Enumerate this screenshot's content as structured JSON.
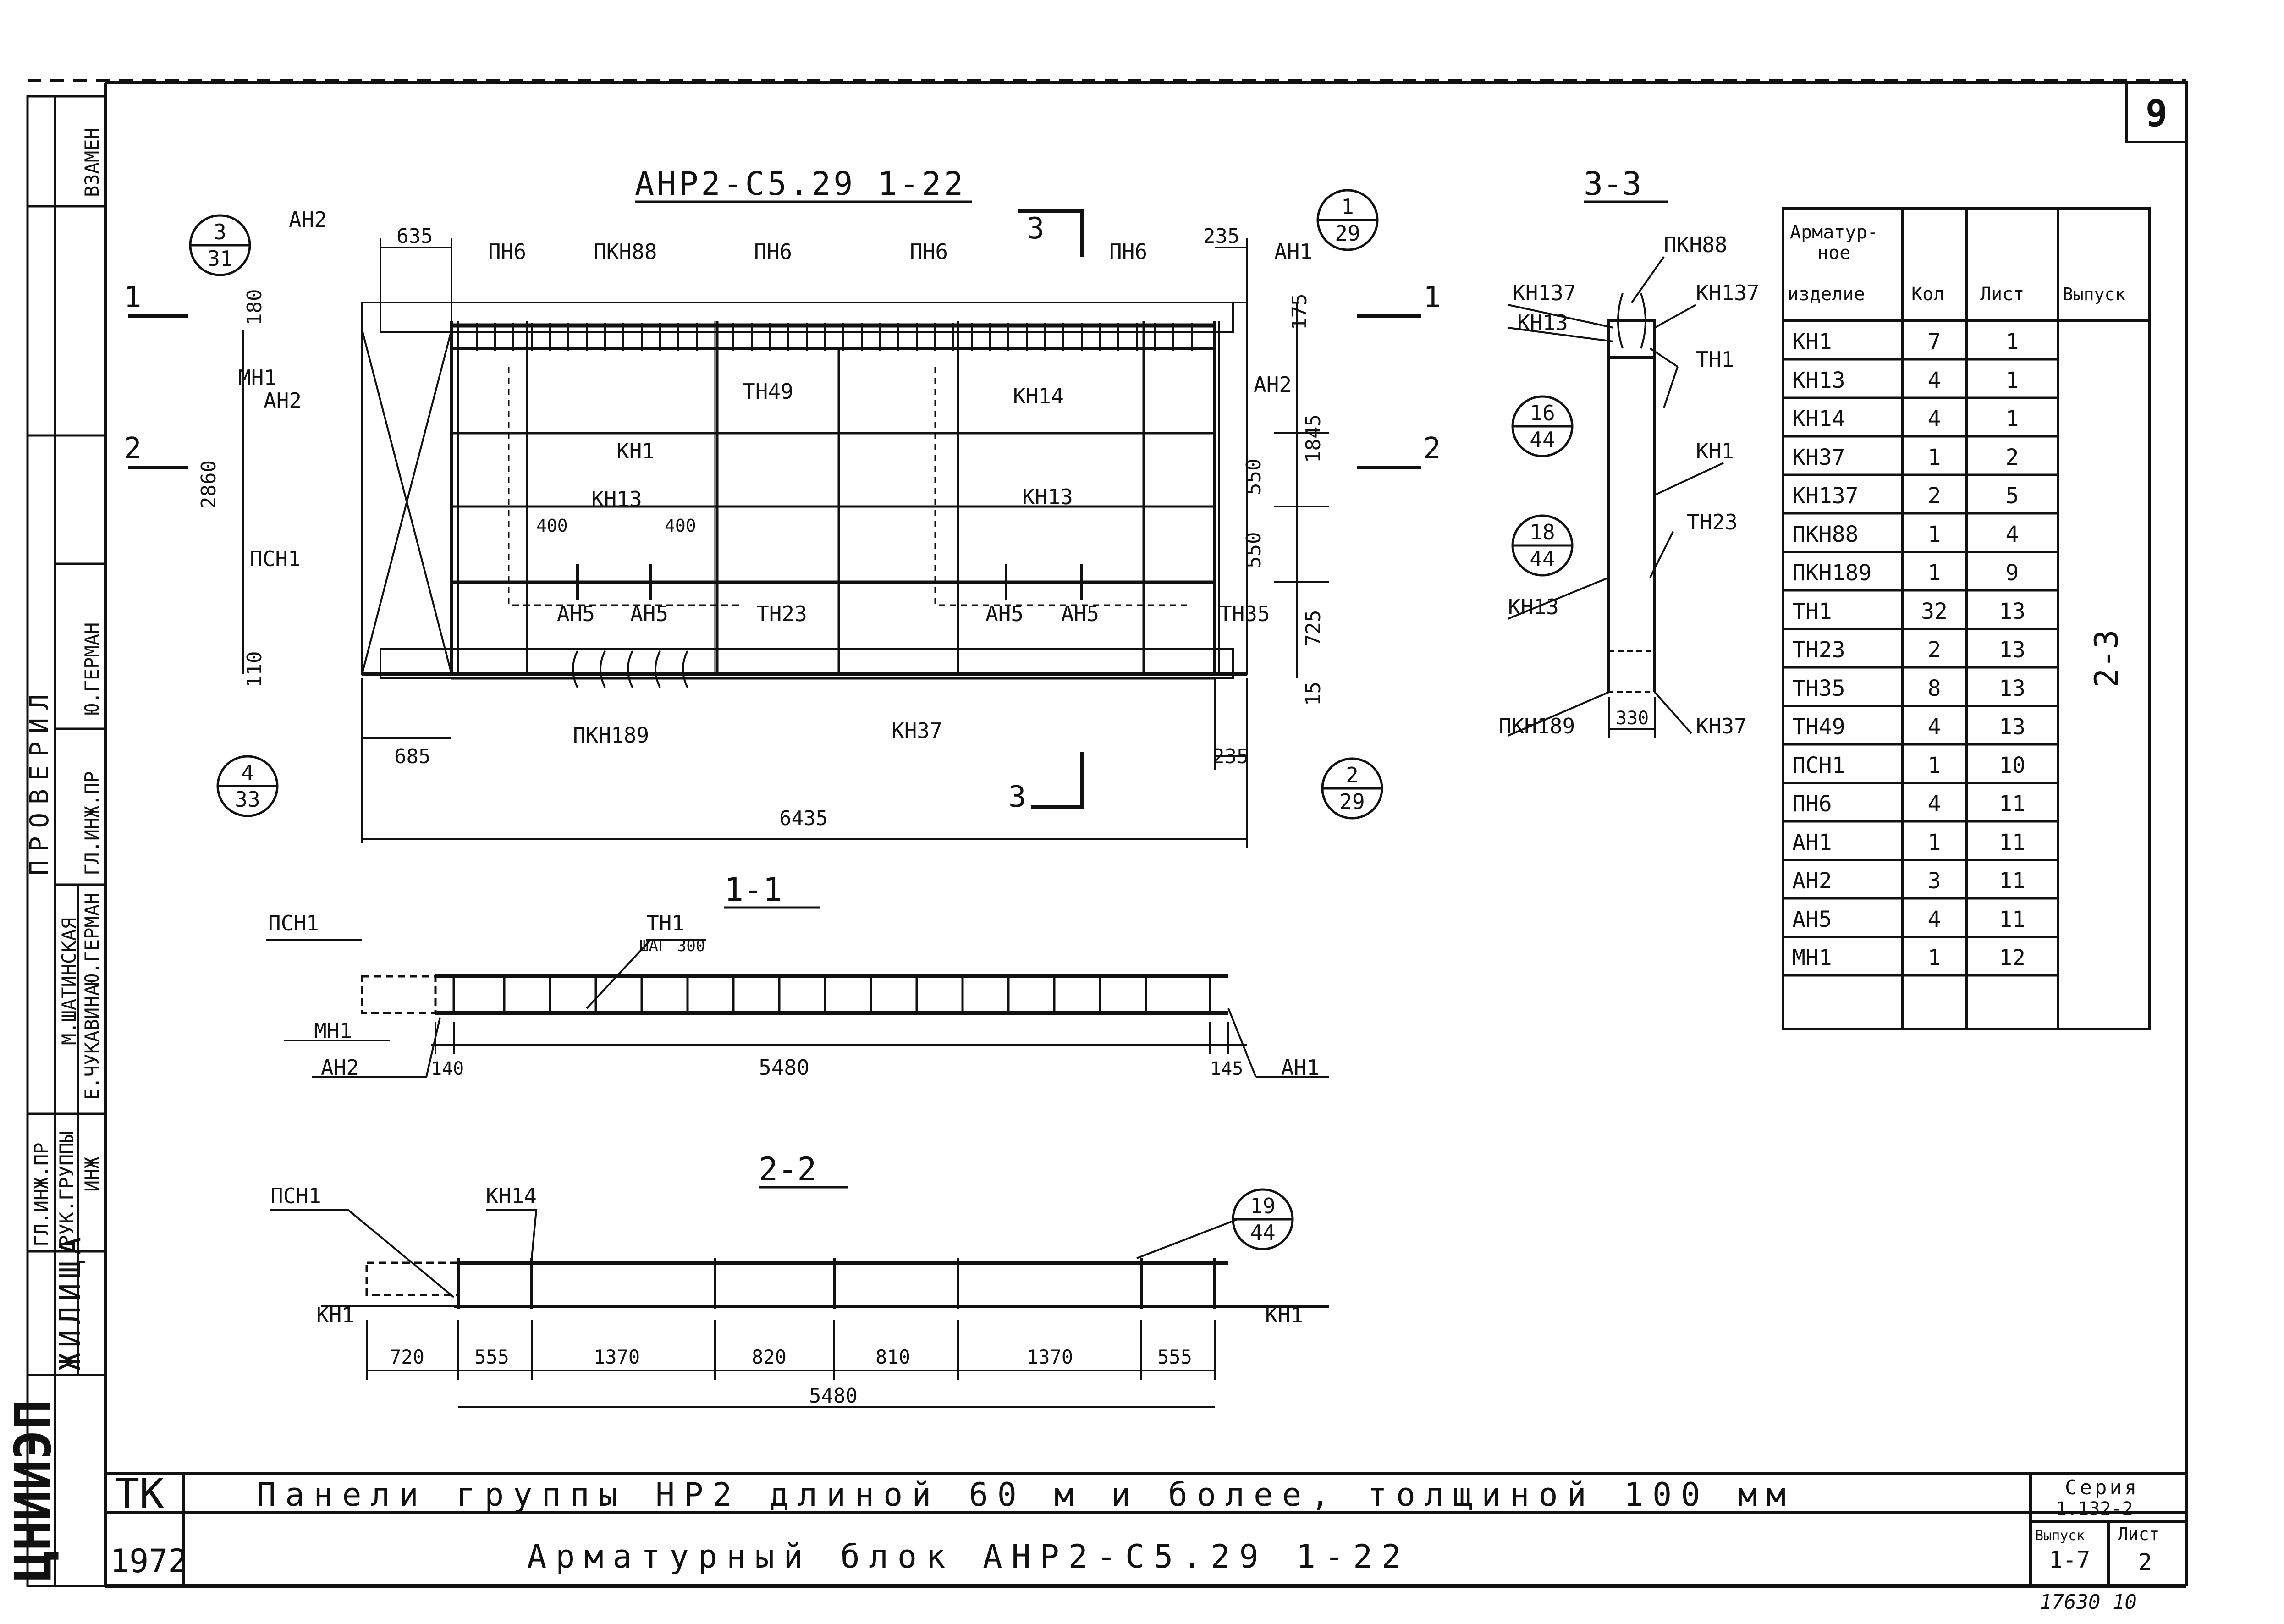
{
  "sheet": {
    "page_no": "9",
    "side_stamp": {
      "zamen": "ВЗАМЕН",
      "checked": "ПРОВЕРИЛ",
      "role_gl_inzh_pr": "ГЛ.ИНЖ.ПР",
      "name_yugerman_1": "Ю.ГЕРМАН",
      "name_yugerman_2": "Ю.ГЕРМАН",
      "name_shatinskaya": "М.ШАТИНСКАЯ",
      "name_chukavina": "Е.ЧУКАВИНА",
      "role_gl_inzh": "ГЛ.ИНЖ.ПР",
      "role_ruk": "РУК.ГРУППЫ",
      "role_inzh": "ИНЖ",
      "org_name": "ЖИЛИЩА",
      "org_logo": "ЦНИИЭП"
    }
  },
  "drawing": {
    "title": "АНР2-С5.29 1-22",
    "section_1": "1-1",
    "section_2": "2-2",
    "section_3": "3-3",
    "cut_3_top": "3",
    "cut_3_bottom": "3",
    "cut_1": "1",
    "cut_2": "2",
    "callouts": [
      {
        "top": "3",
        "bottom": "31"
      },
      {
        "top": "1",
        "bottom": "29"
      },
      {
        "top": "4",
        "bottom": "33"
      },
      {
        "top": "2",
        "bottom": "29"
      },
      {
        "top": "16",
        "bottom": "44"
      },
      {
        "top": "18",
        "bottom": "44"
      },
      {
        "top": "19",
        "bottom": "44"
      }
    ],
    "labels": {
      "an2_top": "АН2",
      "pn6_1": "ПН6",
      "pkn88": "ПКН88",
      "pn6_2": "ПН6",
      "pn6_3": "ПН6",
      "pn6_4": "ПН6",
      "an1_top": "АН1",
      "mn1": "МН1",
      "an2_mid": "АН2",
      "an2_right": "АН2",
      "tn49": "ТН49",
      "kn14": "КН14",
      "kn1_mid": "КН1",
      "kn13_l": "КН13",
      "kn13_r": "КН13",
      "psn1": "ПСН1",
      "an5_1": "АН5",
      "an5_2": "АН5",
      "an5_3": "АН5",
      "an5_4": "АН5",
      "tn23": "ТН23",
      "tn35": "ТН35",
      "pkn189": "ПКН189",
      "kn37": "КН37",
      "s11_psn1": "ПСН1",
      "s11_mn1": "МН1",
      "s11_an2": "АН2",
      "s11_an1": "АН1",
      "s11_tn1": "ТН1",
      "s11_step": "ШАГ 300",
      "s22_psn1": "ПСН1",
      "s22_kn14": "КН14",
      "s22_kn1_l": "КН1",
      "s22_kn1_r": "КН1",
      "s33_pkn88": "ПКН88",
      "s33_kn137_l": "КН137",
      "s33_kn137_r": "КН137",
      "s33_kn13_t": "КН13",
      "s33_tn1": "ТН1",
      "s33_kn1": "КН1",
      "s33_tn23": "ТН23",
      "s33_kn13_b": "КН13",
      "s33_pkn189": "ПКН189",
      "s33_kn37": "КН37"
    },
    "dims": {
      "d635": "635",
      "d235_top": "235",
      "d180": "180",
      "d175": "175",
      "d2860": "2860",
      "d1845": "1845",
      "d550_1": "550",
      "d550_2": "550",
      "d725": "725",
      "d110": "110",
      "d15": "15",
      "d685": "685",
      "d235_bot": "235",
      "d6435": "6435",
      "d400_l": "400",
      "d400_r": "400",
      "d140": "140",
      "d145": "145",
      "d5480_1": "5480",
      "d720": "720",
      "d555_l": "555",
      "d1370_l": "1370",
      "d820": "820",
      "d810": "810",
      "d1370_r": "1370",
      "d555_r": "555",
      "d5480_2": "5480",
      "d330": "330"
    }
  },
  "spec_table": {
    "headers": [
      "Арматур- ное изделие",
      "Кол",
      "Лист",
      "Выпуск"
    ],
    "rows": [
      [
        "КН1",
        "7",
        "1"
      ],
      [
        "КН13",
        "4",
        "1"
      ],
      [
        "КН14",
        "4",
        "1"
      ],
      [
        "КН37",
        "1",
        "2"
      ],
      [
        "КН137",
        "2",
        "5"
      ],
      [
        "ПКН88",
        "1",
        "4"
      ],
      [
        "ПКН189",
        "1",
        "9"
      ],
      [
        "ТН1",
        "32",
        "13"
      ],
      [
        "ТН23",
        "2",
        "13"
      ],
      [
        "ТН35",
        "8",
        "13"
      ],
      [
        "ТН49",
        "4",
        "13"
      ],
      [
        "ПСН1",
        "1",
        "10"
      ],
      [
        "ПН6",
        "4",
        "11"
      ],
      [
        "АН1",
        "1",
        "11"
      ],
      [
        "АН2",
        "3",
        "11"
      ],
      [
        "АН5",
        "4",
        "11"
      ],
      [
        "МН1",
        "1",
        "12"
      ]
    ],
    "vypusk": "2-3"
  },
  "title_block": {
    "tk": "ТК",
    "year": "1972",
    "line1": "Панели группы НР2 длиной 60 м и более, толщиной 100 мм",
    "line2": "Арматурный блок АНР2-С5.29 1-22",
    "seria_label": "Серия",
    "seria_value": "1.132-2",
    "vypusk_label": "Выпуск",
    "vypusk_value": "1-7",
    "list_label": "Лист",
    "list_value": "2",
    "inv": "17630 10"
  }
}
